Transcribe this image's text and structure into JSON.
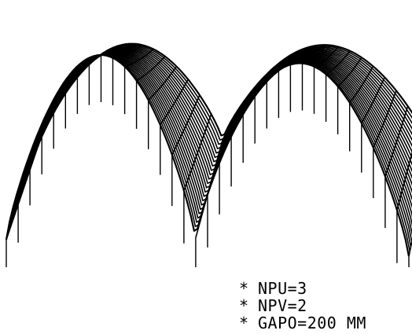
{
  "figure": {
    "background": "#ffffff",
    "ink": "#000000",
    "surface": {
      "description_type": "wireframe-surface",
      "peaks": 2,
      "mesh_lines_u": 34,
      "mesh_lines_v": 22
    }
  },
  "parameters": [
    {
      "marker": "*",
      "text": "NPU=3"
    },
    {
      "marker": "*",
      "text": "NPV=2"
    },
    {
      "marker": "*",
      "text": "GAPO=200 MM"
    }
  ]
}
